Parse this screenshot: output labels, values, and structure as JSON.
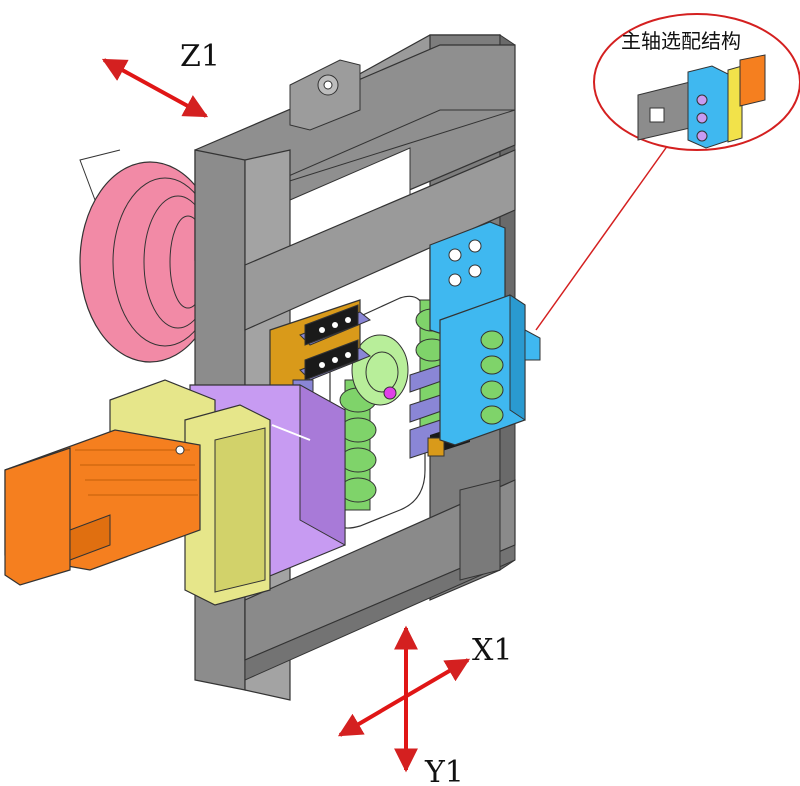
{
  "axes": {
    "z1": "Z1",
    "x1": "X1",
    "y1": "Y1"
  },
  "callout": {
    "label": "主轴选配结构"
  },
  "colors": {
    "frame": "#8c8c8c",
    "frame_dark": "#6e6e6e",
    "motor_orange": "#f57f1f",
    "gearbox_yellow": "#e6e68a",
    "housing_purple": "#c79bf2",
    "turret_blue": "#3fb8f0",
    "wheel_pink": "#f28aa6",
    "gear_green": "#7fd36a",
    "rail_indigo": "#8a86d6",
    "clamp_brown": "#d99a1a",
    "arrow_red": "#e01616",
    "callout_ring": "#d42020"
  }
}
